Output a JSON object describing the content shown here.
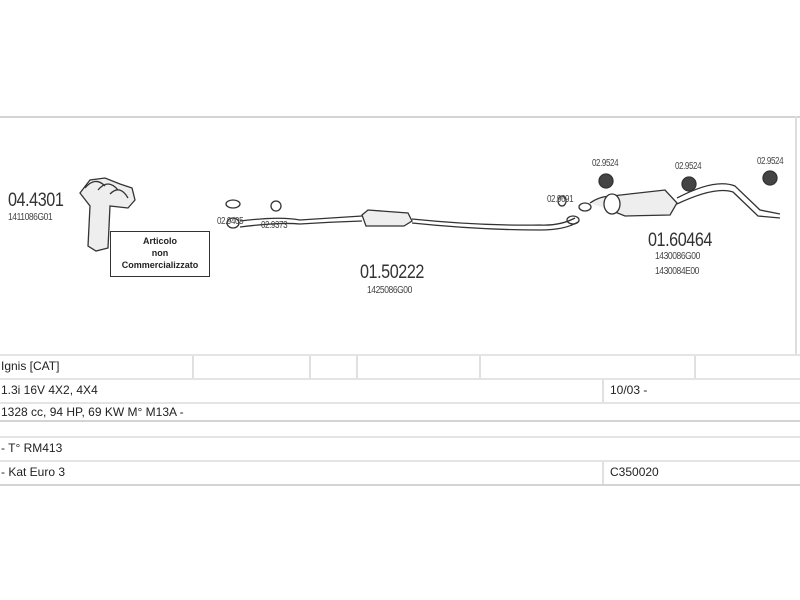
{
  "diagram": {
    "parts": [
      {
        "code": "04.4301",
        "oem": [
          "1411086G01"
        ]
      },
      {
        "code": "01.50222",
        "oem": [
          "1425086G00"
        ]
      },
      {
        "code": "01.60464",
        "oem": [
          "1430086G00",
          "1430084E00"
        ]
      }
    ],
    "fittings": [
      "02.9405",
      "02.9373",
      "02.9691",
      "02.9524",
      "02.9524",
      "02.9524"
    ],
    "not_sold_label": [
      "Articolo",
      "non",
      "Commercializzato"
    ]
  },
  "table": {
    "model": "Ignis  [CAT]",
    "variant": "1.3i 16V 4X2, 4X4",
    "date": "10/03 -",
    "engine": "1328 cc, 94 HP, 69 KW  M° M13A -",
    "type": "- T° RM413",
    "emission": "- Kat Euro 3",
    "ref": "C350020"
  }
}
